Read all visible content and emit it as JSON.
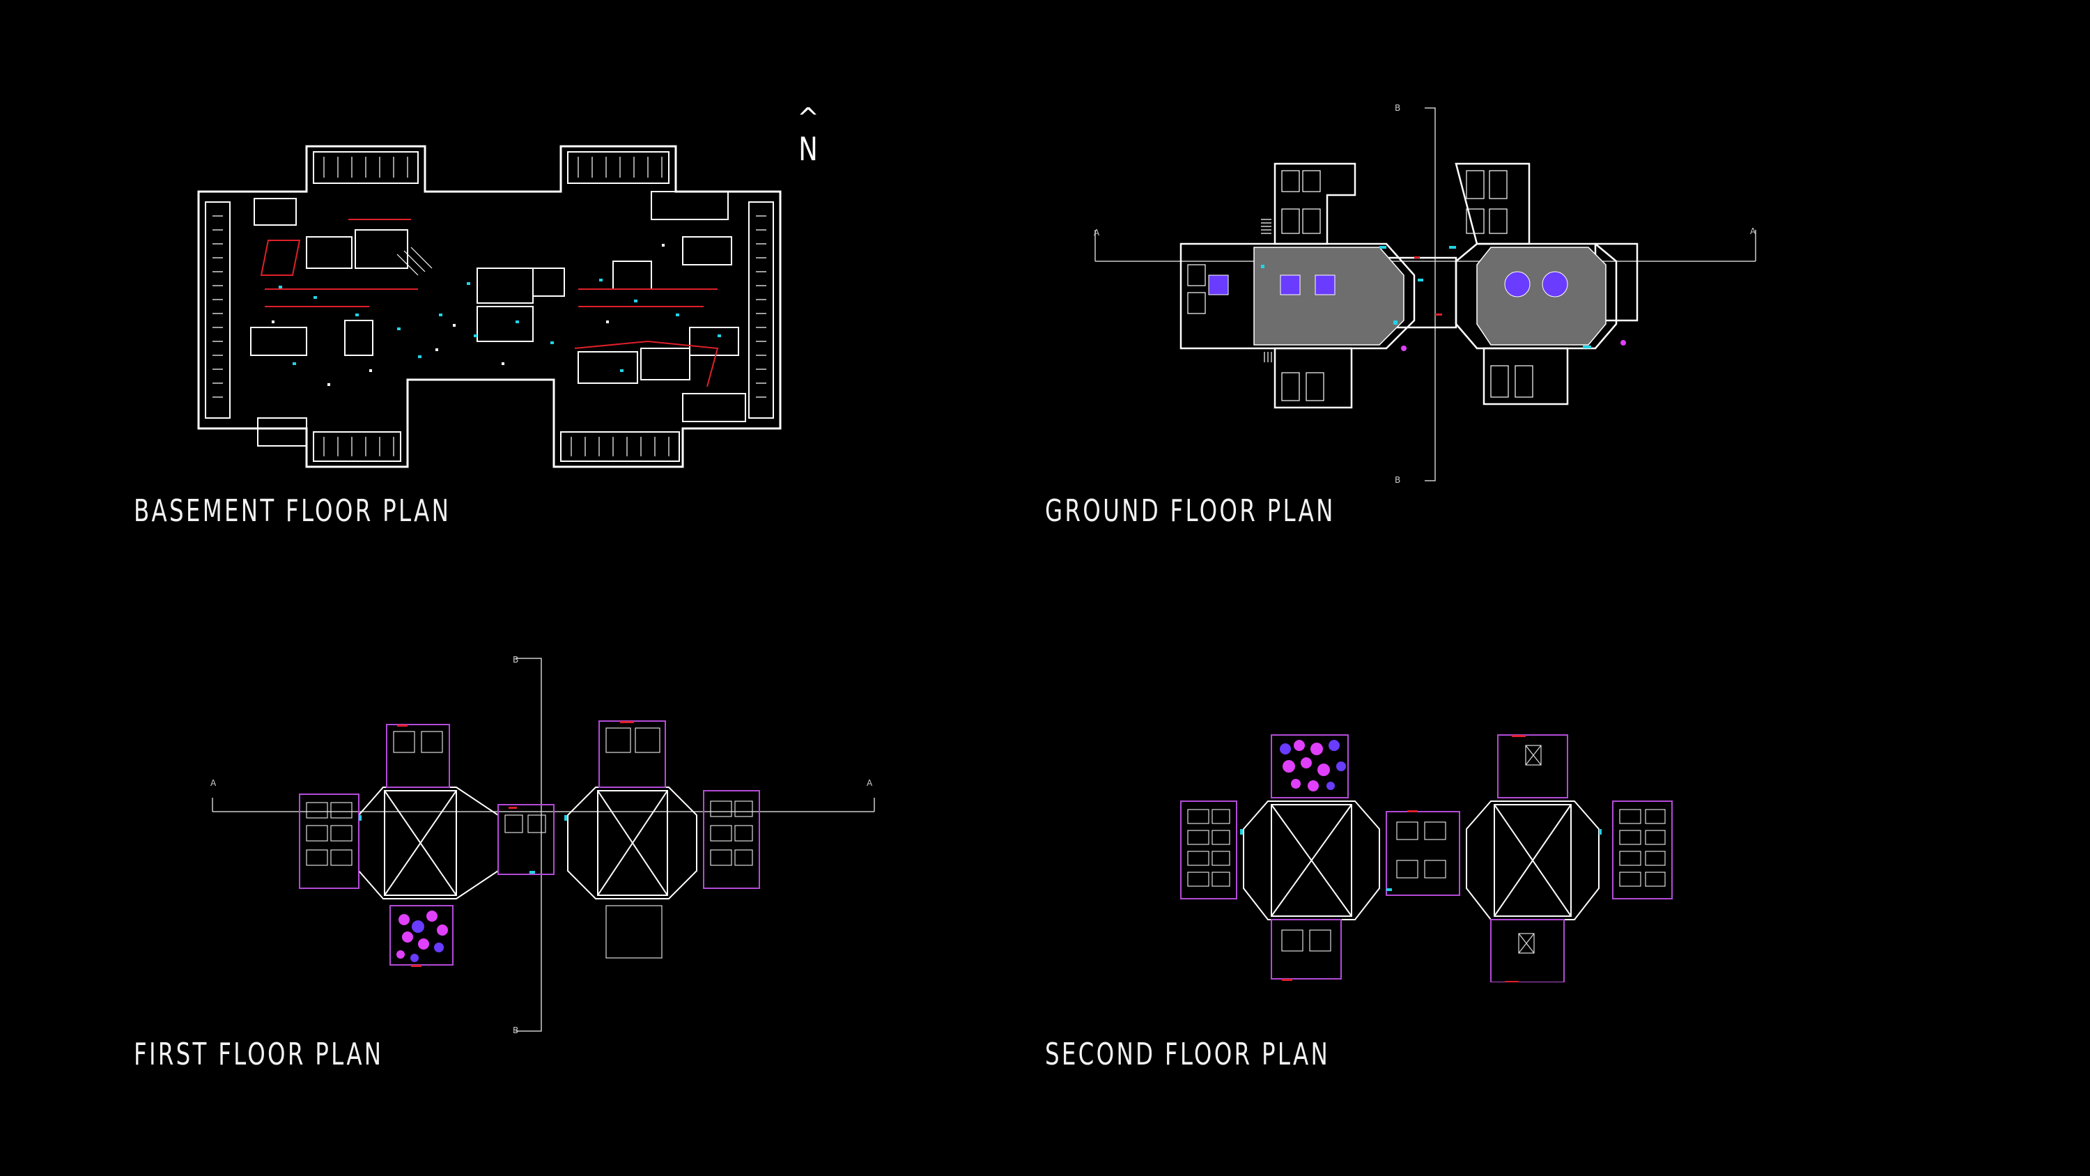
{
  "north": {
    "caret": "^",
    "letter": "N"
  },
  "plans": {
    "basement": {
      "title": "BASEMENT FLOOR PLAN"
    },
    "ground": {
      "title": "GROUND FLOOR PLAN",
      "section_marks": [
        "A",
        "A",
        "B",
        "B"
      ]
    },
    "first": {
      "title": "FIRST FLOOR PLAN",
      "section_marks": [
        "A",
        "A",
        "B",
        "B"
      ]
    },
    "second": {
      "title": "SECOND FLOOR PLAN"
    }
  },
  "colors": {
    "background": "#000000",
    "linework": "#ffffff",
    "accent_red": "#e0202a",
    "accent_cyan": "#22d3e6",
    "accent_magenta": "#e040fb",
    "accent_violet": "#6a3cff",
    "hatch_gray": "#6e6e6e"
  }
}
